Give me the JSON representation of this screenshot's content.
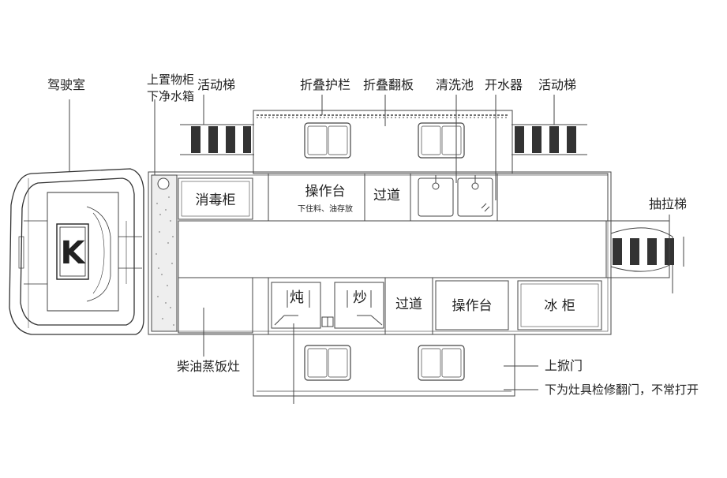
{
  "labels": {
    "cab": "驾驶室",
    "upper_cabinet": "上置物柜",
    "water_tank": "下净水箱",
    "ladder_left": "活动梯",
    "guardrail": "折叠护栏",
    "flap": "折叠翻板",
    "sink": "清洗池",
    "boiler": "开水器",
    "ladder_right": "活动梯",
    "pull_ladder": "抽拉梯",
    "disinfect": "消毒柜",
    "worktop_top": "操作台",
    "worktop_top_sub": "下住料、油存放",
    "aisle_top": "过道",
    "stew": "炖",
    "fry": "炒",
    "aisle_bottom": "过道",
    "worktop_bottom": "操作台",
    "freezer": "冰  柜",
    "rice_steamer": "柴油蒸饭灶",
    "lift_door": "上掀门",
    "service_door": "下为灶具检修翻门，不常打开"
  },
  "cab_logo": "K"
}
